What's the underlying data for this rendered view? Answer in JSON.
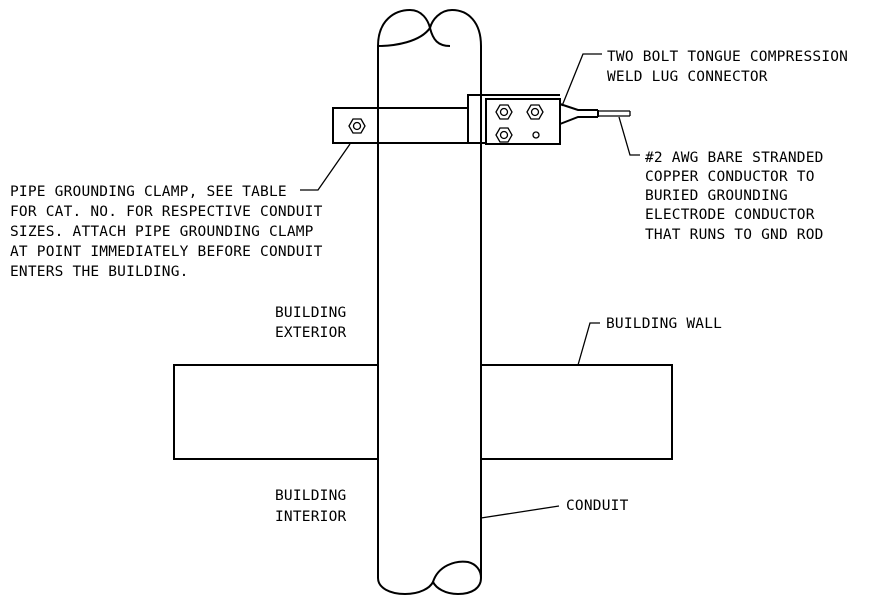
{
  "labels": {
    "lug_connector": [
      "TWO BOLT TONGUE COMPRESSION",
      "WELD LUG CONNECTOR"
    ],
    "conductor": [
      "#2 AWG BARE STRANDED",
      "COPPER CONDUCTOR TO",
      "BURIED GROUNDING",
      "ELECTRODE CONDUCTOR",
      "THAT RUNS TO GND ROD"
    ],
    "clamp": [
      "PIPE GROUNDING CLAMP, SEE TABLE",
      "FOR CAT. NO. FOR RESPECTIVE CONDUIT",
      "SIZES.  ATTACH PIPE GROUNDING CLAMP",
      "AT POINT IMMEDIATELY BEFORE CONDUIT",
      "ENTERS THE BUILDING."
    ],
    "exterior": [
      "BUILDING",
      "EXTERIOR"
    ],
    "wall": [
      "BUILDING WALL"
    ],
    "interior": [
      "BUILDING",
      "INTERIOR"
    ],
    "conduit": [
      "CONDUIT"
    ]
  }
}
